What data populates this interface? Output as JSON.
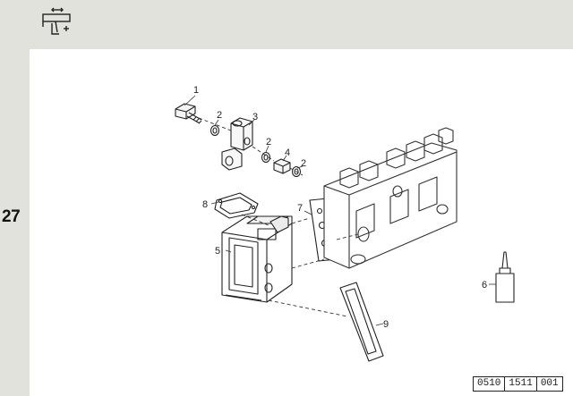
{
  "page": {
    "number": "27"
  },
  "header": {
    "icon": "adjustment-symbol-icon"
  },
  "callouts": [
    "1",
    "2",
    "3",
    "2",
    "4",
    "2",
    "5",
    "6",
    "7",
    "8",
    "9"
  ],
  "reference": {
    "parts": [
      "0510",
      "1511",
      "001"
    ]
  }
}
